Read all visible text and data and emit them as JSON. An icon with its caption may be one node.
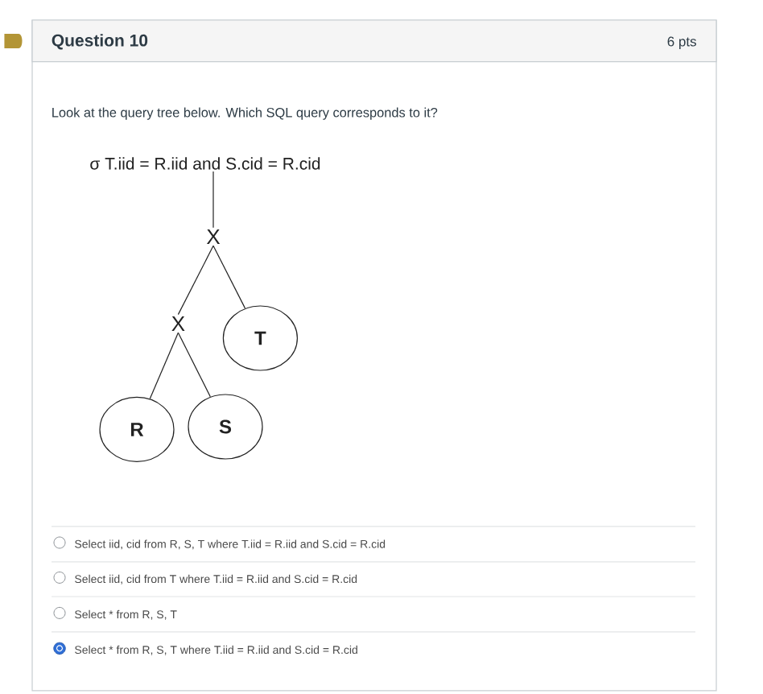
{
  "diagram": {
    "title": "Question 10",
    "nodes": [
      {
        "text": [
          "σ T.iid = R.iid and S.cid = R.cid"
        ]
      },
      {
        "text": [
          "X"
        ]
      },
      {
        "text": [
          "X"
        ]
      },
      {
        "text": [
          "T"
        ]
      },
      {
        "text": [
          "R"
        ]
      },
      {
        "text": [
          "S"
        ]
      }
    ],
    "edges": [
      {
        "from": 0,
        "to": 1,
        "arrow": "none"
      },
      {
        "from": 1,
        "to": 2,
        "arrow": "none"
      },
      {
        "from": 1,
        "to": 3,
        "arrow": "none"
      },
      {
        "from": 2,
        "to": 4,
        "arrow": "none"
      },
      {
        "from": 2,
        "to": 5,
        "arrow": "none"
      }
    ],
    "labels": [
      "6 pts",
      "Look at the query tree below. Which SQL query corresponds to it?",
      "Select iid, cid from R, S, T where T.iid = R.iid and S.cid = R.cid",
      "Select iid, cid from T where T.iid = R.iid and S.cid = R.cid",
      "Select * from R, S, T",
      "Select * from R, S, T where T.iid = R.iid and S.cid = R.cid"
    ]
  }
}
